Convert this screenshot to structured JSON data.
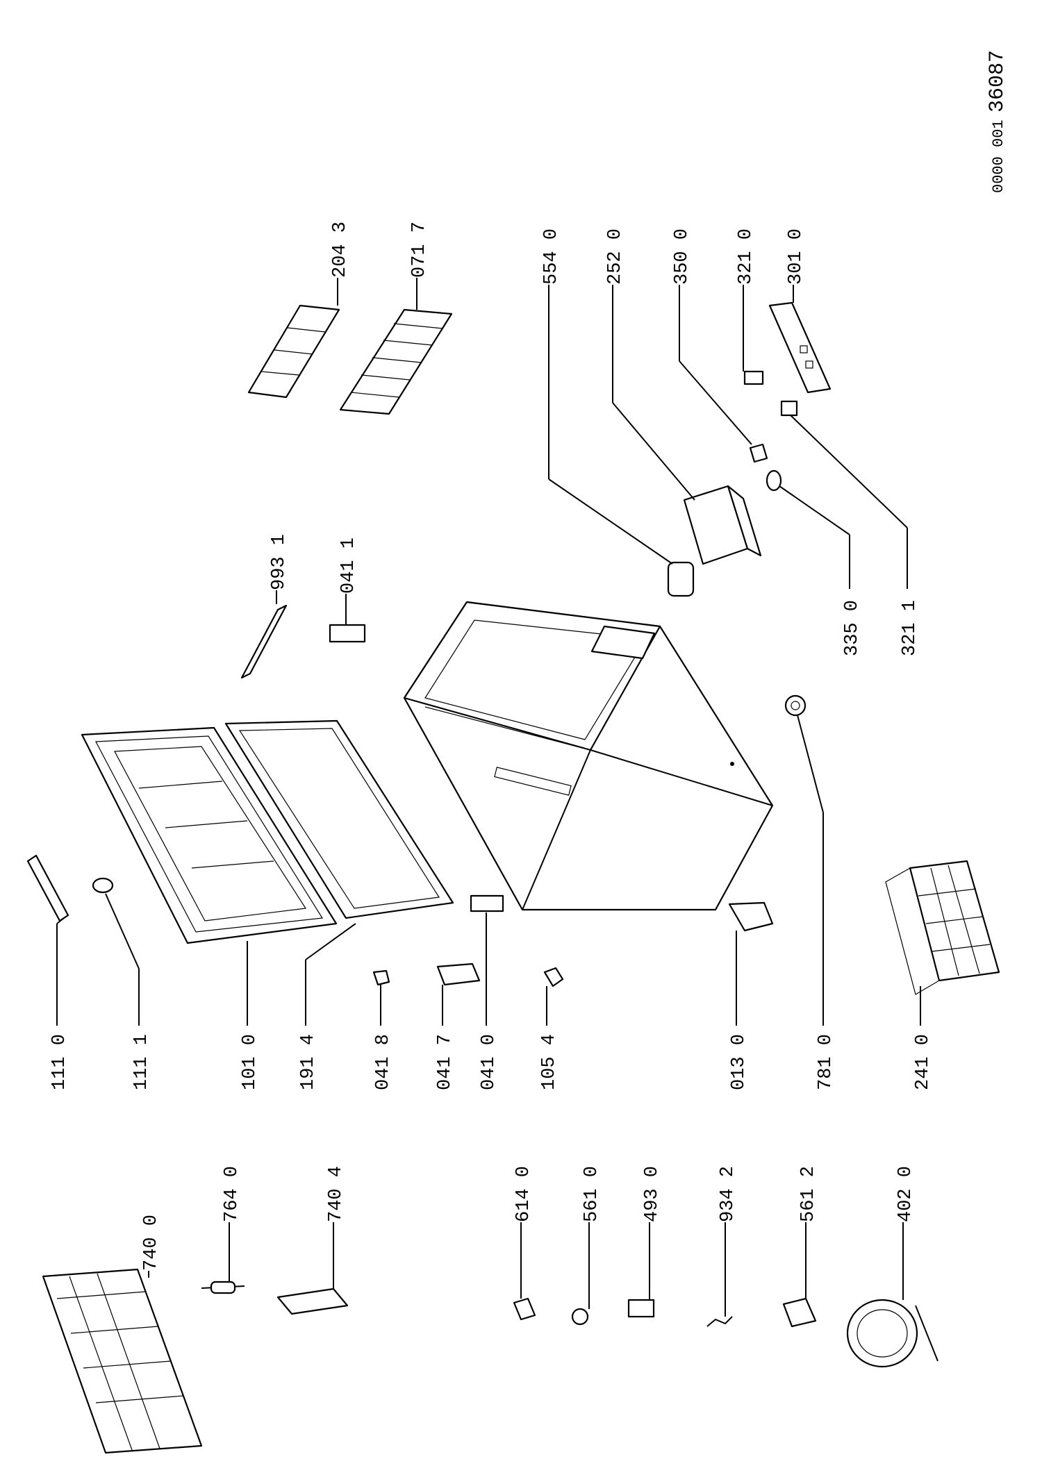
{
  "document": {
    "code_line": "0000 001",
    "doc_number": "36087"
  },
  "labels": {
    "l111_0": "111 0",
    "l111_1": "111 1",
    "l101_0": "101 0",
    "l191_4": "191 4",
    "l041_8": "041 8",
    "l041_7": "041 7",
    "l041_0": "041 0",
    "l105_4": "105 4",
    "l013_0": "013 0",
    "l781_0": "781 0",
    "l241_0": "241 0",
    "l993_1": "993 1",
    "l041_1": "041 1",
    "l204_3": "204 3",
    "l071_7": "071 7",
    "l554_0": "554 0",
    "l252_0": "252 0",
    "l350_0": "350 0",
    "l321_0": "321 0",
    "l301_0": "301 0",
    "l335_0": "335 0",
    "l321_1": "321 1",
    "l740_0": "740 0",
    "l764_0": "764 0",
    "l740_4": "740 4",
    "l614_0": "614 0",
    "l561_0": "561 0",
    "l493_0": "493 0",
    "l934_2": "934 2",
    "l561_2": "561 2",
    "l402_0": "402 0"
  }
}
